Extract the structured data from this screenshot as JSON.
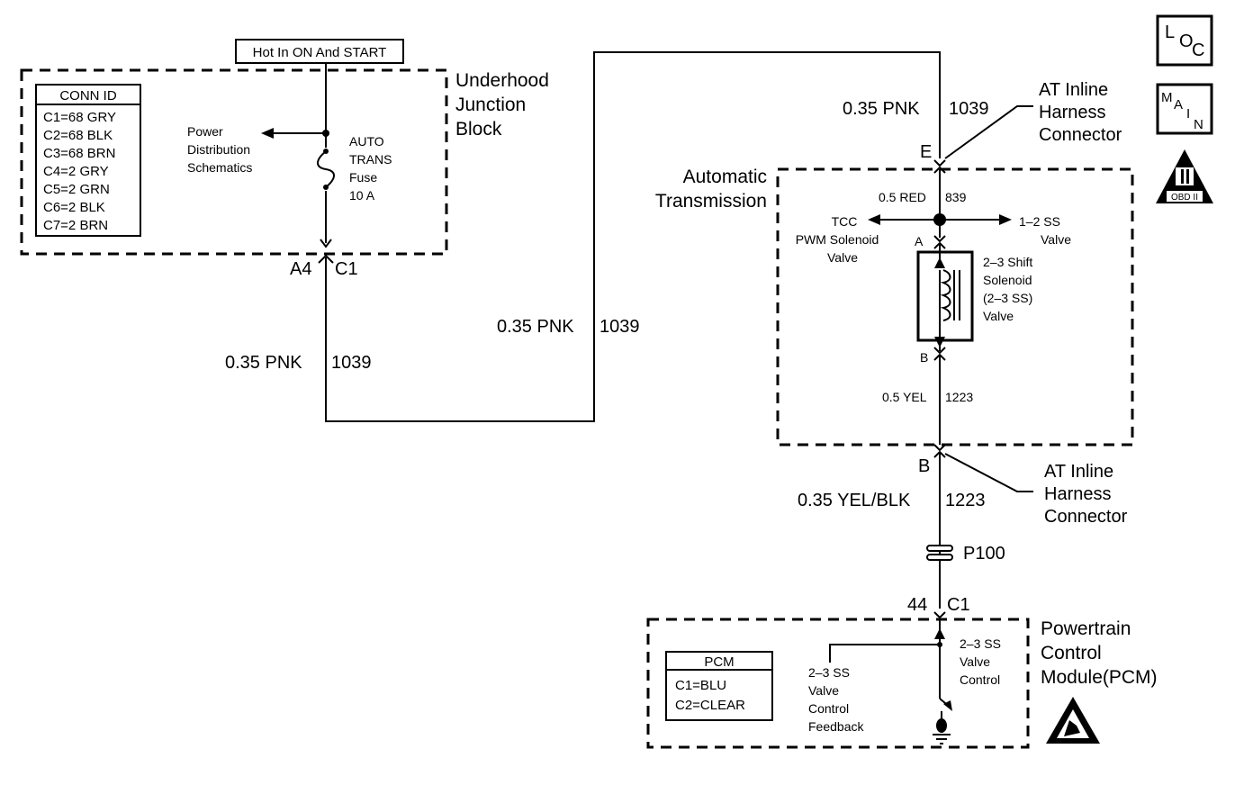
{
  "hot_label": "Hot In ON And START",
  "underhood": {
    "title": [
      "Underhood",
      "Junction",
      "Block"
    ],
    "conn_id_header": "CONN ID",
    "conn_ids": [
      "C1=68 GRY",
      "C2=68 BLK",
      "C3=68 BRN",
      "C4=2 GRY",
      "C5=2 GRN",
      "C6=2 BLK",
      "C7=2 BRN"
    ],
    "power_dist": [
      "Power",
      "Distribution",
      "Schematics"
    ],
    "fuse": [
      "AUTO",
      "TRANS",
      "Fuse",
      "10 A"
    ],
    "connector_left": "A4",
    "connector_right": "C1"
  },
  "wires": {
    "left_vertical": "0.35 PNK",
    "left_vertical_circuit": "1039",
    "middle": "0.35 PNK",
    "middle_circuit": "1039",
    "top_right": "0.35 PNK",
    "top_right_circuit": "1039",
    "yel_blk": "0.35 YEL/BLK",
    "yel_blk_circuit": "1223"
  },
  "inline_connector_top": {
    "pin": "E",
    "label": [
      "AT Inline",
      "Harness",
      "Connector"
    ]
  },
  "inline_connector_bottom": {
    "pin": "B",
    "label": [
      "AT Inline",
      "Harness",
      "Connector"
    ]
  },
  "transmission": {
    "title": [
      "Automatic",
      "Transmission"
    ],
    "red_wire": "0.5 RED",
    "red_circuit": "839",
    "tcc": [
      "TCC",
      "PWM Solenoid",
      "Valve"
    ],
    "ss12": [
      "1–2 SS",
      "Valve"
    ],
    "pin_a": "A",
    "pin_b": "B",
    "solenoid": [
      "2–3 Shift",
      "Solenoid",
      "(2–3 SS)",
      "Valve"
    ],
    "yel_wire": "0.5 YEL",
    "yel_circuit": "1223"
  },
  "splice": "P100",
  "pcm_connector": {
    "pin": "44",
    "conn": "C1"
  },
  "pcm": {
    "title": [
      "Powertrain",
      "Control",
      "Module(PCM)"
    ],
    "id_header": "PCM",
    "ids": [
      "C1=BLU",
      "C2=CLEAR"
    ],
    "valve_control": [
      "2–3 SS",
      "Valve",
      "Control"
    ],
    "feedback": [
      "2–3 SS",
      "Valve",
      "Control",
      "Feedback"
    ]
  },
  "badges": {
    "loc": [
      "L",
      "O",
      "C"
    ],
    "main": [
      "M",
      "A",
      "I",
      "N"
    ],
    "obd": "OBD II"
  }
}
